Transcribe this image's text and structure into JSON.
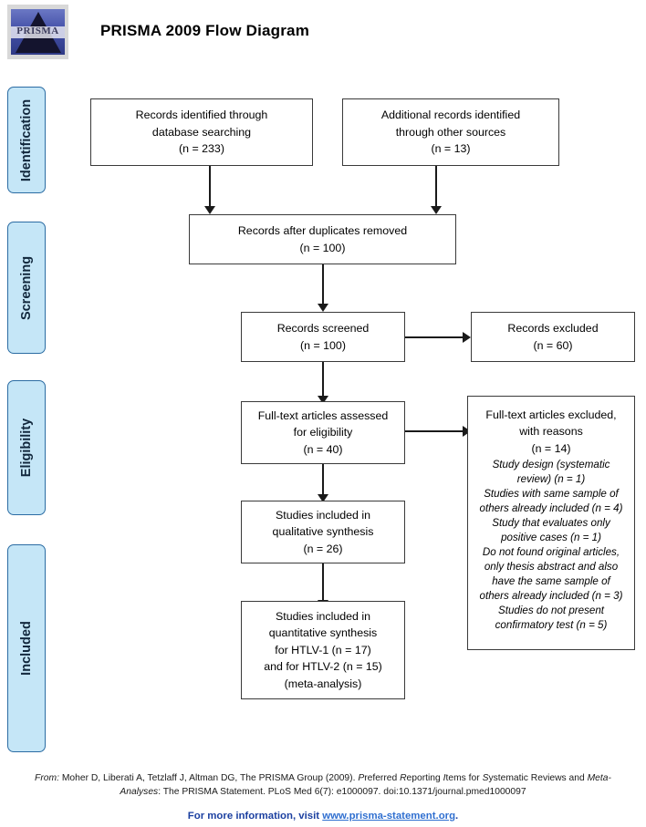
{
  "header": {
    "title": "PRISMA 2009 Flow Diagram",
    "logo_word": "PRISMA"
  },
  "stages": [
    {
      "label": "Identification"
    },
    {
      "label": "Screening"
    },
    {
      "label": "Eligibility"
    },
    {
      "label": "Included"
    }
  ],
  "boxes": {
    "identified_db": {
      "line1": "Records identified through",
      "line2": "database searching",
      "line3": "(n = 233)"
    },
    "identified_other": {
      "line1": "Additional records identified",
      "line2": "through other sources",
      "line3": "(n = 13)"
    },
    "after_duplicates": {
      "line1": "Records after duplicates removed",
      "line2": "(n = 100)"
    },
    "screened": {
      "line1": "Records screened",
      "line2": "(n = 100)"
    },
    "records_excluded": {
      "line1": "Records excluded",
      "line2": "(n = 60)"
    },
    "fulltext_assessed": {
      "line1": "Full-text articles assessed",
      "line2": "for eligibility",
      "line3": "(n = 40)"
    },
    "fulltext_excluded": {
      "line1": "Full-text articles excluded,",
      "line2": "with reasons",
      "line3": "(n = 14)",
      "reasons": [
        "Study design (systematic",
        "review) (n = 1)",
        "Studies with same sample of",
        "others already included (n = 4)",
        "Study that evaluates only",
        "positive cases (n = 1)",
        "Do not found original articles,",
        "only thesis abstract and also",
        "have the same sample of",
        "others already included (n = 3)",
        "Studies do not present",
        "confirmatory test (n = 5)"
      ]
    },
    "qualitative": {
      "line1": "Studies included in",
      "line2": "qualitative synthesis",
      "line3": "(n = 26)"
    },
    "quantitative": {
      "line1": "Studies included in",
      "line2": "quantitative synthesis",
      "line3": "for HTLV-1 (n = 17)",
      "line4": "and for HTLV-2 (n = 15)",
      "line5": "(meta-analysis)"
    }
  },
  "footer": {
    "from_label": "From:",
    "cite_part1": "Moher D, Liberati A, Tetzlaff J, Altman DG, The PRISMA Group (2009). ",
    "cite_italic_p": "P",
    "cite_roman_1": "referred ",
    "cite_italic_r": "R",
    "cite_roman_2": "eporting ",
    "cite_italic_i": "I",
    "cite_roman_3": "tems for ",
    "cite_italic_s": "S",
    "cite_roman_4": "ystematic Reviews and ",
    "cite_italic_meta": "Meta-Analyses",
    "cite_part2": ": The PRISMA Statement. PLoS Med 6(7): e1000097. doi:10.1371/journal.pmed1000097",
    "link_prefix": "For more information, visit ",
    "link_text": "www.prisma-statement.org",
    "link_suffix": "."
  },
  "colors": {
    "stage_fill": "#c5e6f7",
    "stage_border": "#2b6ca3",
    "box_border": "#3a3a3a",
    "link": "#2f6fd0"
  }
}
